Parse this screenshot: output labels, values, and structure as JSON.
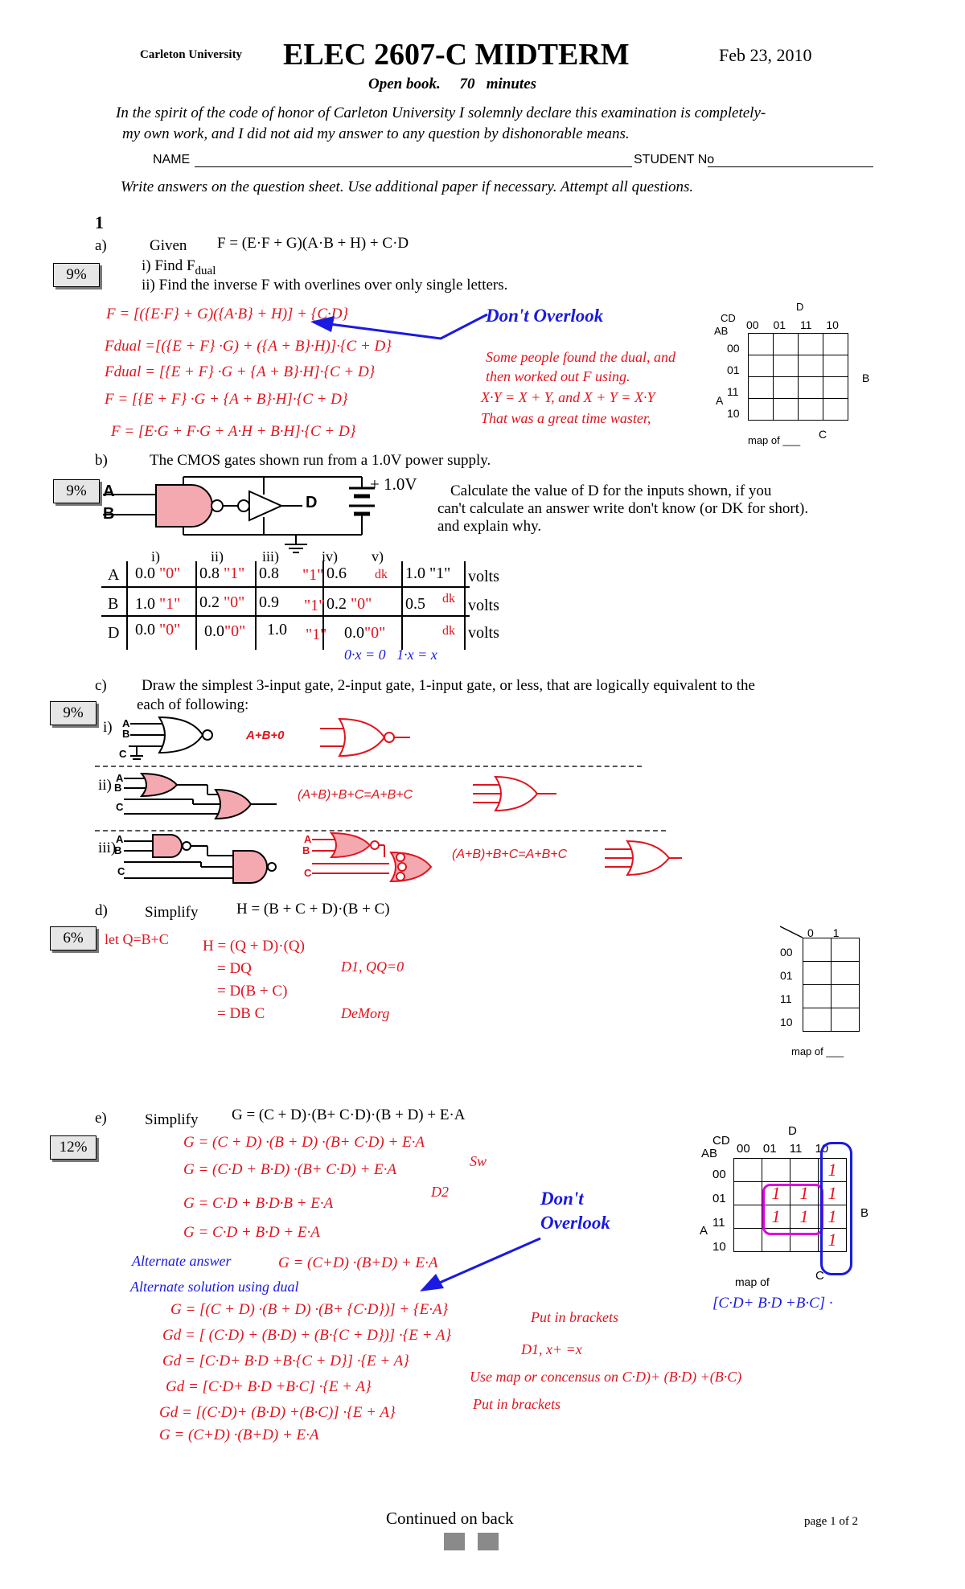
{
  "header": {
    "university": "Carleton University",
    "title": "ELEC 2607-C MIDTERM",
    "date": "Feb 23, 2010",
    "subtitle": "Open book.     70   minutes",
    "honor_line1": "In the spirit of the code of honor of Carleton University I solemnly declare this examination is completely-",
    "honor_line2": "my own work, and I did not aid my answer to any question by dishonorable means.",
    "name_label": "NAME",
    "student_label": "STUDENT No",
    "instructions": "Write answers on the question sheet.  Use additional paper if necessary.     Attempt all questions."
  },
  "q1": {
    "number": "1",
    "a_label": "a)",
    "a_given": "Given",
    "a_formula": "F =  (E·F + G)(A·B + H) + C·D",
    "a_i": "i)  Find F",
    "a_i_sub": "dual",
    "a_ii": "ii)  Find the inverse F  with overlines over only single letters.",
    "a_pct": "9%",
    "a_ans1": "F = [({E·F} + G)({A·B} + H)] + {C·D}",
    "a_ans2": "Fdual =[({E + F} ·G) + ({A + B}·H)]·{C + D}",
    "a_ans3": "Fdual = [{E + F} ·G + {A + B}·H]·{C + D}",
    "a_ans4": "F = [{E + F} ·G + {A + B}·H]·{C + D}",
    "a_ans5": "F = [E·G + F·G + A·H + B·H]·{C + D}",
    "a_dont": "Don't  Overlook",
    "a_note1": "Some people found the dual, and",
    "a_note2": "then worked out F using.",
    "a_note3": "X·Y = X + Y,  and  X + Y = X·Y",
    "a_note4": "That was a great time waster,",
    "b_label": "b)",
    "b_text": "The CMOS gates shown run from a 1.0V power supply.",
    "b_pct": "9%",
    "b_supply": "+ 1.0V",
    "b_calc1": "Calculate the value of D for the inputs shown, if you",
    "b_calc2": "can't calculate an answer write don't know (or DK for short).",
    "b_calc3": "and explain why.",
    "b_in_a": "A",
    "b_in_b": "B",
    "b_out_d": "D",
    "b_cols": [
      "i)",
      "ii)",
      "iii)",
      "iv)",
      "v)"
    ],
    "b_rows": [
      {
        "label": "A",
        "cells": [
          [
            "0.0",
            "\"0\""
          ],
          [
            "0.8",
            "\"1\""
          ],
          [
            "0.8",
            "\"1\""
          ],
          [
            "0.6",
            "dk"
          ],
          [
            "1.0",
            "\"1\""
          ]
        ],
        "unit": "volts"
      },
      {
        "label": "B",
        "cells": [
          [
            "1.0",
            "\"1\""
          ],
          [
            "0.2",
            "\"0\""
          ],
          [
            "0.9",
            "\"1\""
          ],
          [
            "0.2",
            "\"0\""
          ],
          [
            "0.5",
            "dk"
          ]
        ],
        "unit": "volts"
      },
      {
        "label": "D",
        "cells": [
          [
            "0.0",
            "\"0\""
          ],
          [
            "0.0",
            "\"0\""
          ],
          [
            "1.0",
            "\"1\""
          ],
          [
            "0.0",
            "\"0\""
          ],
          [
            "",
            "dk"
          ]
        ],
        "unit": "volts"
      }
    ],
    "b_note": "0·x = 0   1·x = x",
    "c_label": "c)",
    "c_text1": "Draw the simplest 3-input gate, 2-input gate, 1-input gate, or less,  that are logically equivalent to the",
    "c_text2": "each of following:",
    "c_pct": "9%",
    "c_i": "i)",
    "c_ii": "ii)",
    "c_iii": "iii)",
    "c_ans_i": "A+B+0",
    "c_ans_ii": "(A+B)+B+C=A+B+C",
    "c_ans_iii": "(A+B)+B+C=A+B+C",
    "d_label": "d)",
    "d_text": "Simplify",
    "d_formula": "H =  (B + C + D)·(B + C)",
    "d_pct": "6%",
    "d_let": "let Q=B+C",
    "d_s1": "H =  (Q + D)·(Q)",
    "d_s2": "= DQ",
    "d_s3": "= D(B + C)",
    "d_s4": "= DB C",
    "d_n1": "D1,   QQ=0",
    "d_n2": "DeMorg",
    "d_map_of": "map of ___",
    "e_label": "e)",
    "e_text": "Simplify",
    "e_formula": "G =  (C + D)·(B+ C·D)·(B + D) + E·A",
    "e_pct": "12%",
    "e_s1": "G =  (C + D) ·(B + D) ·(B+ C·D) + E·A",
    "e_s2": "G =  (C·D + B·D) ·(B+ C·D) + E·A",
    "e_s3": "G =  C·D + B·D·B + E·A",
    "e_s4": "G =  C·D + B·D + E·A",
    "e_sw": "Sw",
    "e_d2": "D2",
    "e_alt1_label": "Alternate  answer",
    "e_alt1": "G =  (C+D) ·(B+D) + E·A",
    "e_alt2_label": "Alternate  solution using dual",
    "e_dont1": "Don't",
    "e_dont2": "Overlook",
    "e_d1": "G =  [(C + D) ·(B + D) ·(B+ {C·D})] + {E·A}",
    "e_d2l": "Gd =  [ (C·D) + (B·D) + (B·{C + D})] ·{E + A}",
    "e_d3": "Gd =  [C·D+ B·D +B·{C + D}] ·{E + A}",
    "e_d4": "Gd =  [C·D+ B·D +B·C] ·{E + A}",
    "e_d5": "Gd =  [(C·D)+ (B·D) +(B·C)] ·{E + A}",
    "e_d6": "G =  (C+D) ·(B+D) + E·A",
    "e_n1": "Put in brackets",
    "e_n2": "D1, x+ =x",
    "e_n3": "Use map or concensus on C·D)+ (B·D) +(B·C)",
    "e_n4": "Put in brackets",
    "e_map_expr": "[C·D+ B·D +B·C] ·",
    "e_map_of": "map of"
  },
  "kmap": {
    "cd": "CD",
    "ab": "AB",
    "d": "D",
    "c": "C",
    "b": "B",
    "a": "A",
    "cols": [
      "00",
      "01",
      "11",
      "10"
    ],
    "rows": [
      "00",
      "01",
      "11",
      "10"
    ],
    "map_of": "map of ___",
    "d_cols": [
      "0",
      "1"
    ],
    "e_cells": [
      [
        "",
        "",
        "",
        "1"
      ],
      [
        "",
        "1",
        "1",
        "1"
      ],
      [
        "",
        "1",
        "1",
        "1"
      ],
      [
        "",
        "",
        "",
        "1"
      ]
    ]
  },
  "footer": {
    "continued": "Continued on back",
    "page": "page 1 of 2"
  }
}
